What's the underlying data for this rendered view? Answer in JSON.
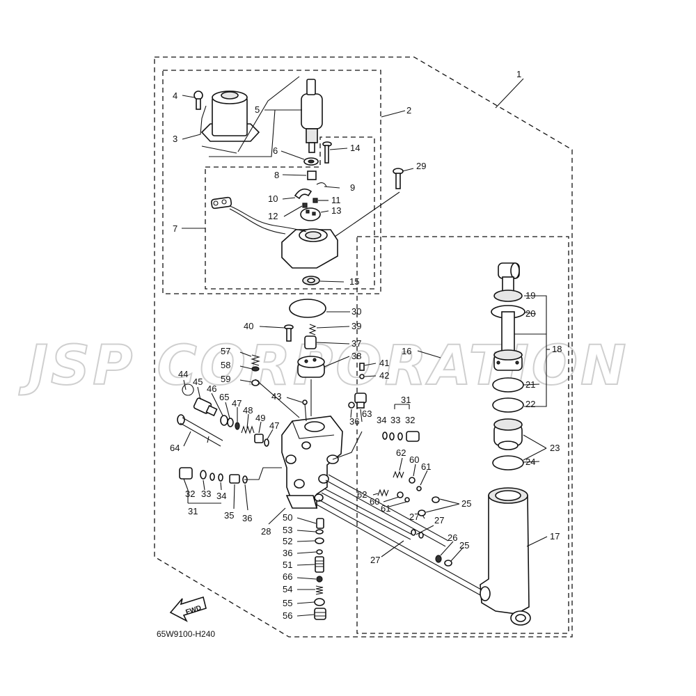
{
  "watermark": "JSP CORPORATION",
  "diagram_code": "65W9100-H240",
  "fwd_label": "FWD",
  "callouts": {
    "c1": "1",
    "c2": "2",
    "c3": "3",
    "c4": "4",
    "c5": "5",
    "c6": "6",
    "c7": "7",
    "c8": "8",
    "c9": "9",
    "c10": "10",
    "c11": "11",
    "c12": "12",
    "c13": "13",
    "c14": "14",
    "c15": "15",
    "c16": "16",
    "c17": "17",
    "c18": "18",
    "c19": "19",
    "c20": "20",
    "c21": "21",
    "c22": "22",
    "c23": "23",
    "c24": "24",
    "c25a": "25",
    "c25b": "25",
    "c26": "26",
    "c27a": "27",
    "c27b": "27",
    "c27c": "27",
    "c28": "28",
    "c29": "29",
    "c30": "30",
    "c31a": "31",
    "c31b": "31",
    "c32a": "32",
    "c32b": "32",
    "c33a": "33",
    "c33b": "33",
    "c34a": "34",
    "c34b": "34",
    "c35": "35",
    "c36a": "36",
    "c36b": "36",
    "c36c": "36",
    "c37": "37",
    "c38": "38",
    "c39": "39",
    "c40": "40",
    "c41": "41",
    "c42": "42",
    "c43": "43",
    "c44": "44",
    "c45": "45",
    "c46": "46",
    "c47a": "47",
    "c47b": "47",
    "c48": "48",
    "c49": "49",
    "c50": "50",
    "c51": "51",
    "c52": "52",
    "c53": "53",
    "c54": "54",
    "c55": "55",
    "c56": "56",
    "c57": "57",
    "c58": "58",
    "c59": "59",
    "c60a": "60",
    "c60b": "60",
    "c61a": "61",
    "c61b": "61",
    "c62a": "62",
    "c62b": "62",
    "c63": "63",
    "c64": "64",
    "c65": "65",
    "c66": "66"
  }
}
